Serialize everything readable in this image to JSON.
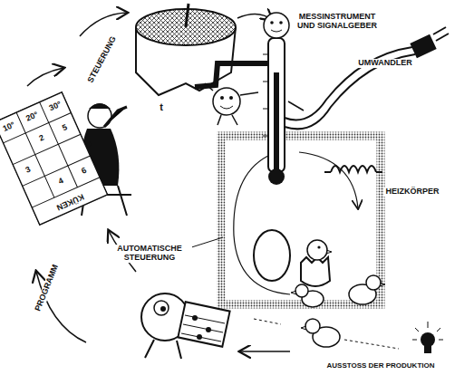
{
  "diagram": {
    "labels": [
      "MESSINSTRUMENT UND SIGNALGEBER",
      "UMWANDLER",
      "t",
      "STEUERUNG",
      "10°",
      "20°",
      "30°",
      "2",
      "5",
      "3",
      "4",
      "6",
      "KÜKEN",
      "HEIZKÖRPER",
      "AUTOMATISCHE STEUERUNG",
      "PROGRAMM",
      "AUSSTOSS DER PRODUKTION"
    ]
  }
}
